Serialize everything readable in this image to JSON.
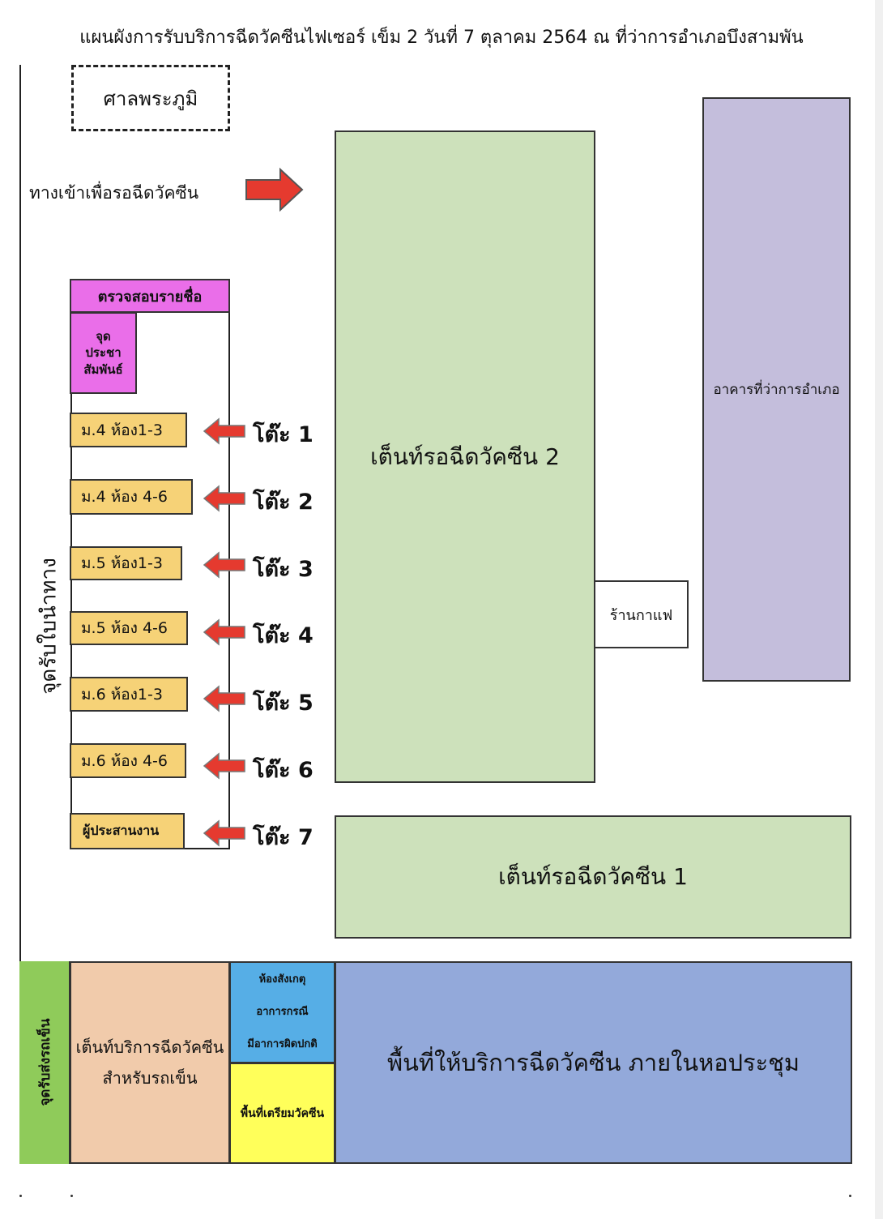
{
  "title": "แผนผังการรับบริการฉีดวัคซีนไฟเซอร์ เข็ม 2   วันที่ 7 ตุลาคม 2564   ณ ที่ว่าการอำเภอบึงสามพัน",
  "shrine": "ศาลพระภูมิ",
  "entrance": "ทางเข้าเพื่อรอฉีดวัคซีน",
  "check_names": "ตรวจสอบรายชื่อ",
  "pr_point": [
    "จุด",
    "ประชา",
    "สัมพันธ์"
  ],
  "receive_point": "จุดรับใบนำทาง",
  "grades": [
    {
      "label": "ม.4 ห้อง1-3",
      "desk": "โต๊ะ 1"
    },
    {
      "label": "ม.4 ห้อง 4-6",
      "desk": "โต๊ะ 2"
    },
    {
      "label": "ม.5 ห้อง1-3",
      "desk": "โต๊ะ 3"
    },
    {
      "label": "ม.5 ห้อง 4-6",
      "desk": "โต๊ะ 4"
    },
    {
      "label": "ม.6 ห้อง1-3",
      "desk": "โต๊ะ 5"
    },
    {
      "label": "ม.6 ห้อง 4-6",
      "desk": "โต๊ะ 6"
    },
    {
      "label": "ผู้ประสานงาน",
      "desk": "โต๊ะ 7"
    }
  ],
  "tent2": "เต็นท์รอฉีดวัคซีน 2",
  "tent1": "เต็นท์รอฉีดวัคซีน 1",
  "office": "อาคารที่ว่าการอำเภอ",
  "coffee": "ร้านกาแฟ",
  "wheelchair_point": "จุดรับส่งรถเข็น",
  "wheelchair_tent": [
    "เต็นท์บริการฉีดวัคซีน",
    "สำหรับรถเข็น"
  ],
  "observation_room": [
    "ห้องสังเกตุ",
    "อาการกรณี",
    "มีอาการผิดปกติ"
  ],
  "prep_area": "พื้นที่เตรียมวัคซีน",
  "hall": "พื้นที่ให้บริการฉีดวัคซีน ภายในหอประชุม",
  "colors": {
    "tent": "#cde1bb",
    "office": "#c4bedc",
    "check": "#ea6ee9",
    "grade": "#f6d277",
    "arrow": "#e53a2f",
    "wheel_point": "#8fcb5a",
    "wheel_tent": "#f1cbab",
    "observe": "#56aee6",
    "prep": "#ffff5a",
    "hall": "#93a9da"
  }
}
